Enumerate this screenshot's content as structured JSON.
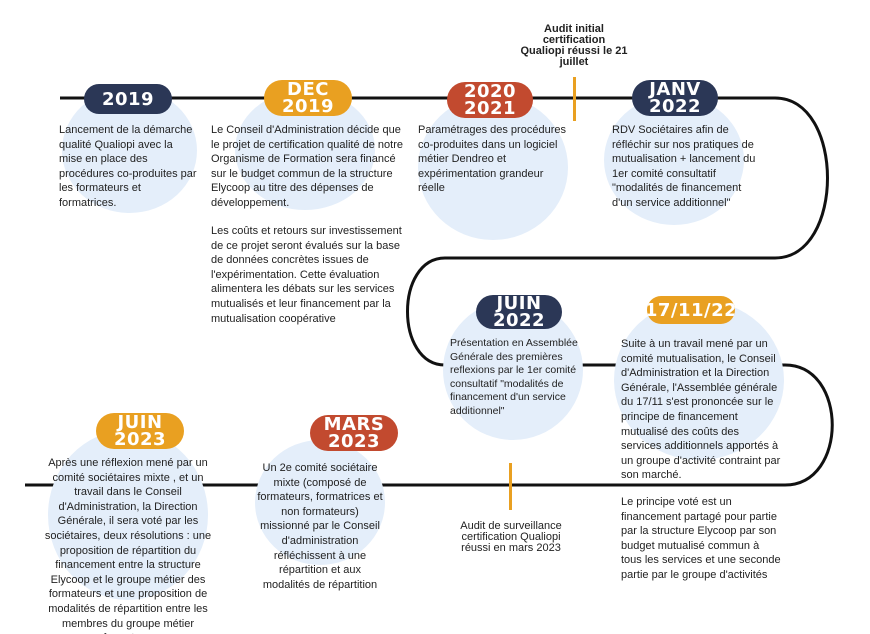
{
  "colors": {
    "navy": "#2b3756",
    "orange": "#e9a021",
    "red": "#c24a2f",
    "bubble": "#e4eefa",
    "line": "#111111"
  },
  "notes": {
    "audit_initial": "Audit initial certification Qualiopi réussi le 21 juillet",
    "audit_surveillance": "Audit de surveillance certification Qualiopi réussi en mars 2023"
  },
  "events": [
    {
      "date_l1": "2019",
      "date_l2": "",
      "text": "Lancement de la démarche qualité Qualiopi avec la mise en place des procédures co-produites par les formateurs et formatrices."
    },
    {
      "date_l1": "DEC",
      "date_l2": "2019",
      "text": "Le Conseil d'Administration décide que le projet de certification qualité de notre Organisme de Formation sera financé sur le budget commun de la structure Elycoop au titre des dépenses de développement.",
      "text2": "Les coûts et retours sur investissement de ce projet seront évalués sur la base de données concrètes issues de l'expérimentation. Cette évaluation alimentera les débats sur les services mutualisés et leur financement par la mutualisation coopérative"
    },
    {
      "date_l1": "2020",
      "date_l2": "2021",
      "text": "Paramétrages des procédures co-produites dans un logiciel métier Dendreo et expérimentation grandeur réelle"
    },
    {
      "date_l1": "JANV",
      "date_l2": "2022",
      "text": "RDV Sociétaires afin de réfléchir sur nos pratiques de mutualisation + lancement du 1er comité consultatif \"modalités de financement d'un service additionnel\""
    },
    {
      "date_l1": "JUIN",
      "date_l2": "2022",
      "text": "Présentation en Assemblée Générale des premières reflexions par le 1er comité consultatif \"modalités de financement d'un service additionnel\""
    },
    {
      "date_l1": "17/11/22",
      "date_l2": "",
      "text": "Suite à un travail mené par un comité mutualisation, le Conseil d'Administration et la Direction Générale, l'Assemblée générale du 17/11 s'est prononcée sur le principe de financement mutualisé des coûts des services additionnels apportés à un groupe d'activité contraint par son marché.",
      "text2": "Le principe voté est un financement partagé pour partie par la structure Elycoop par son budget mutualisé commun à tous les services et une seconde partie par le groupe d'activités"
    },
    {
      "date_l1": "MARS",
      "date_l2": "2023",
      "text": "Un 2e comité sociétaire mixte (composé de formateurs, formatrices et non formateurs) missionné par le Conseil d'administration réfléchissent à une répartition et aux modalités de répartition"
    },
    {
      "date_l1": "JUIN",
      "date_l2": "2023",
      "text": "Après une réflexion mené par un comité sociétaires mixte , et un travail dans le Conseil d'Administration, la Direction Générale, il sera voté par les sociétaires, deux résolutions : une proposition de répartition du financement entre la structure Elycoop et le groupe métier des formateurs et une proposition de modalités de répartition entre les membres du groupe métier formateur."
    }
  ]
}
